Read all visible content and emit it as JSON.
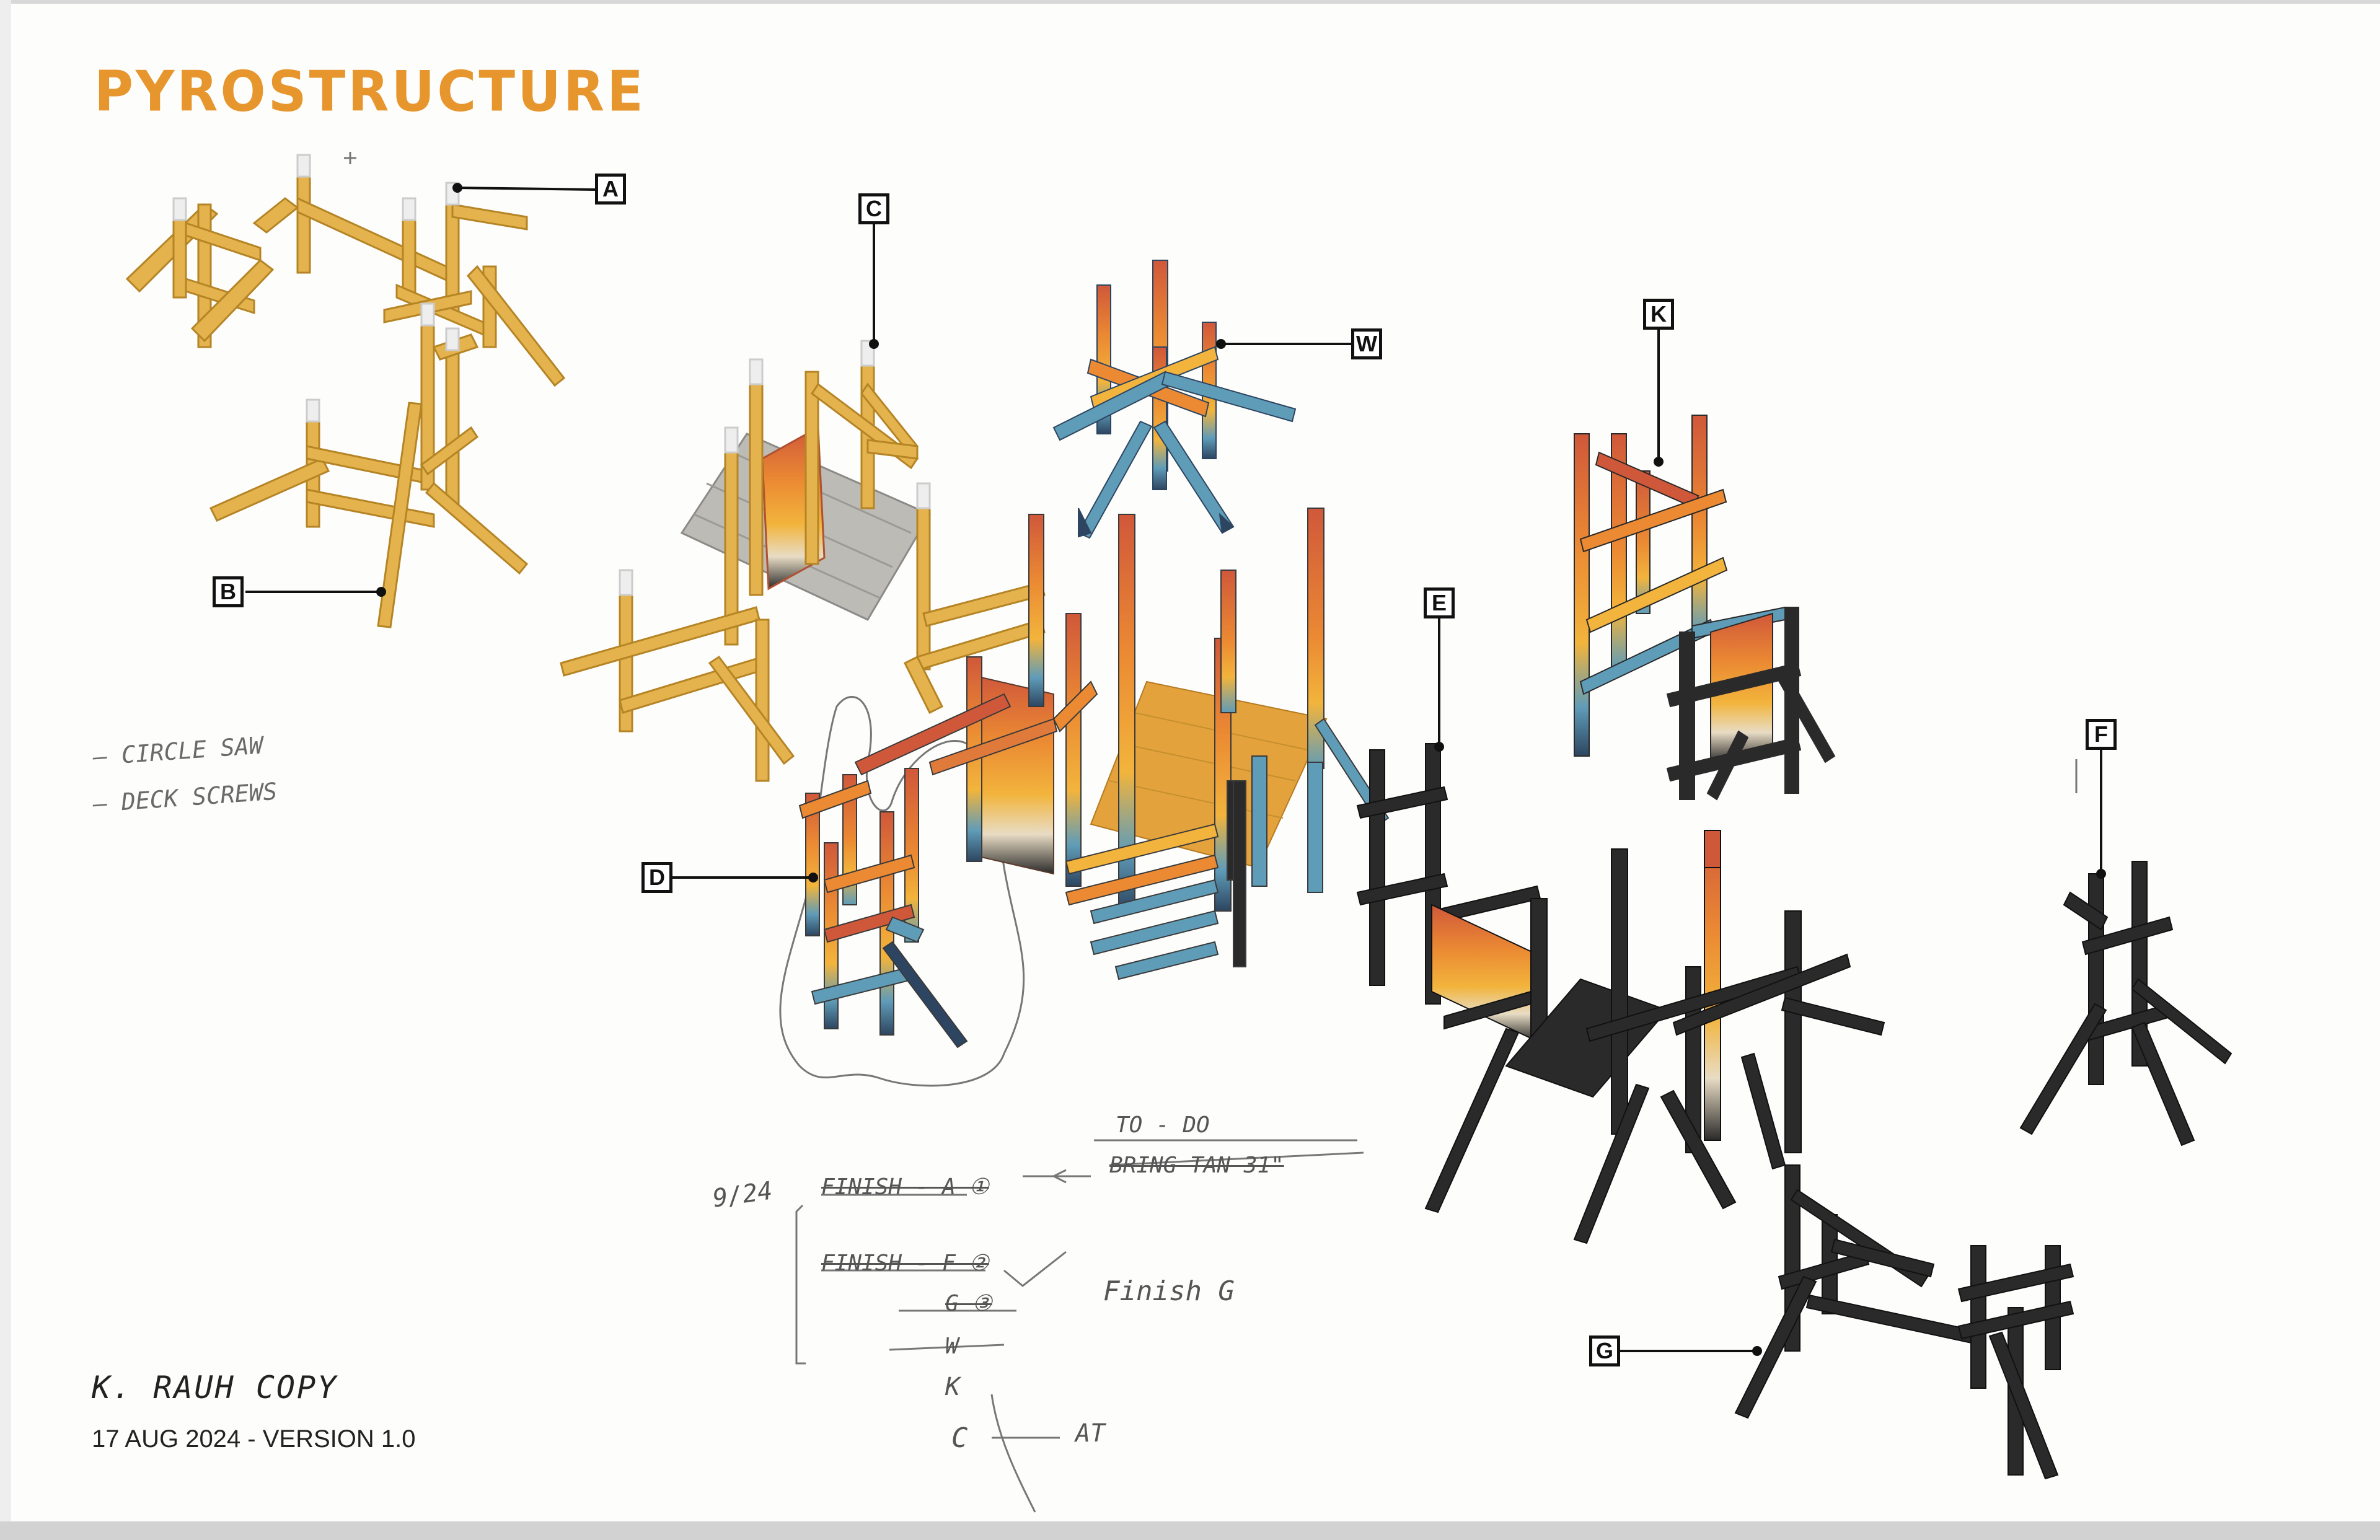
{
  "title": "PYROSTRUCTURE",
  "author": "K. RAUH COPY",
  "date": "17 AUG 2024 - VERSION 1.0",
  "tools": [
    "– CIRCLE SAW",
    "– DECK SCREWS"
  ],
  "callouts": {
    "a": "A",
    "b": "B",
    "c": "C",
    "w": "W",
    "k": "K",
    "d": "D",
    "e": "E",
    "f": "F",
    "g": "G"
  },
  "todo": {
    "header": "TO - DO",
    "date_mark": "9/24",
    "items": [
      "FINISH - A ①",
      "FINISH - F ②",
      "G ③",
      "W",
      "K",
      "C"
    ],
    "side": [
      "BRING TAN 31\"",
      "Finish G",
      "AT"
    ]
  },
  "colors": {
    "title": "#e6962c",
    "wood": "#e4b34e",
    "wood_dark": "#c58f2e",
    "charred": "#2b2a2a",
    "red": "#d0583a",
    "orange": "#eb8a33",
    "blue": "#5f9cb8",
    "navy": "#2d4560",
    "deck_grey": "#bdbbb6"
  }
}
